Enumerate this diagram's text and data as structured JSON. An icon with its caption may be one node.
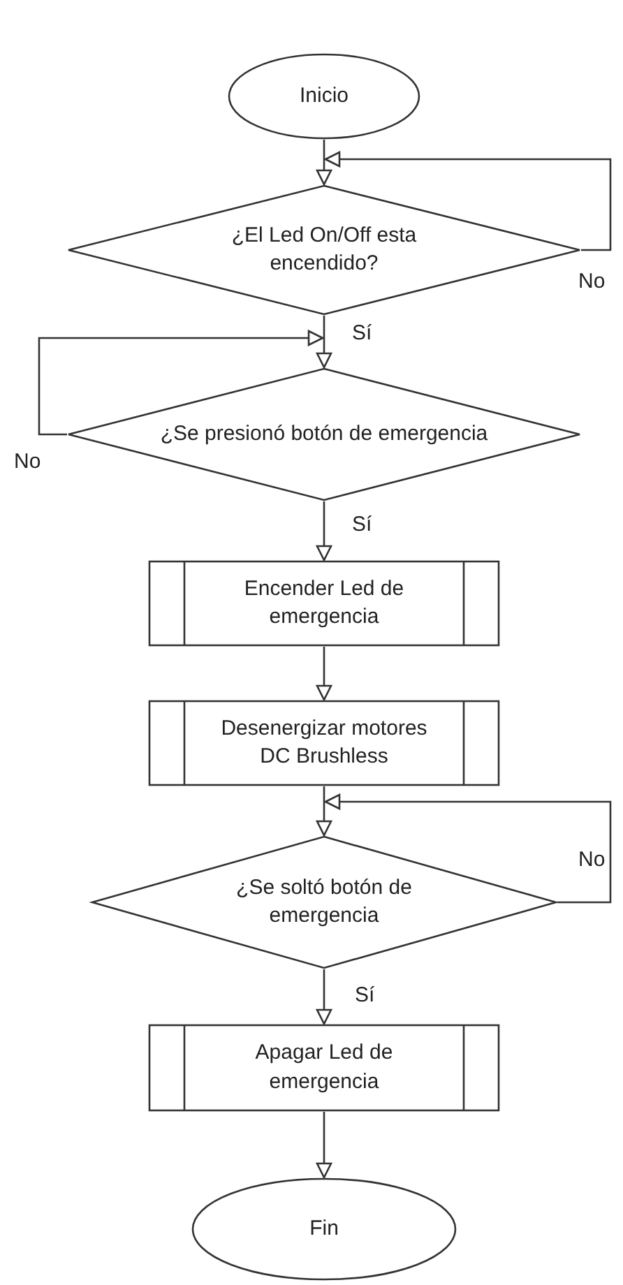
{
  "diagram": {
    "nodes": [
      {
        "text": [
          "Inicio"
        ]
      },
      {
        "text": [
          "¿El Led On/Off esta encendido?"
        ]
      },
      {
        "text": [
          "¿Se presionó botón de emergencia"
        ]
      },
      {
        "text": [
          "Encender Led de emergencia"
        ]
      },
      {
        "text": [
          "Desenergizar motores DC Brushless"
        ]
      },
      {
        "text": [
          "¿Se soltó botón de emergencia"
        ]
      },
      {
        "text": [
          "Apagar Led de emergencia"
        ]
      },
      {
        "text": [
          "Fin"
        ]
      }
    ],
    "edges": [
      {
        "from": 0,
        "to": 1,
        "arrow": "to"
      },
      {
        "from": 1,
        "to": 1,
        "arrow": "to",
        "label": "No"
      },
      {
        "from": 1,
        "to": 2,
        "arrow": "to",
        "label": "Sí"
      },
      {
        "from": 2,
        "to": 2,
        "arrow": "to",
        "label": "No"
      },
      {
        "from": 2,
        "to": 3,
        "arrow": "to",
        "label": "Sí"
      },
      {
        "from": 3,
        "to": 4,
        "arrow": "to"
      },
      {
        "from": 4,
        "to": 5,
        "arrow": "to"
      },
      {
        "from": 5,
        "to": 5,
        "arrow": "to",
        "label": "No"
      },
      {
        "from": 5,
        "to": 6,
        "arrow": "to",
        "label": "Sí"
      },
      {
        "from": 6,
        "to": 7,
        "arrow": "to"
      }
    ]
  }
}
